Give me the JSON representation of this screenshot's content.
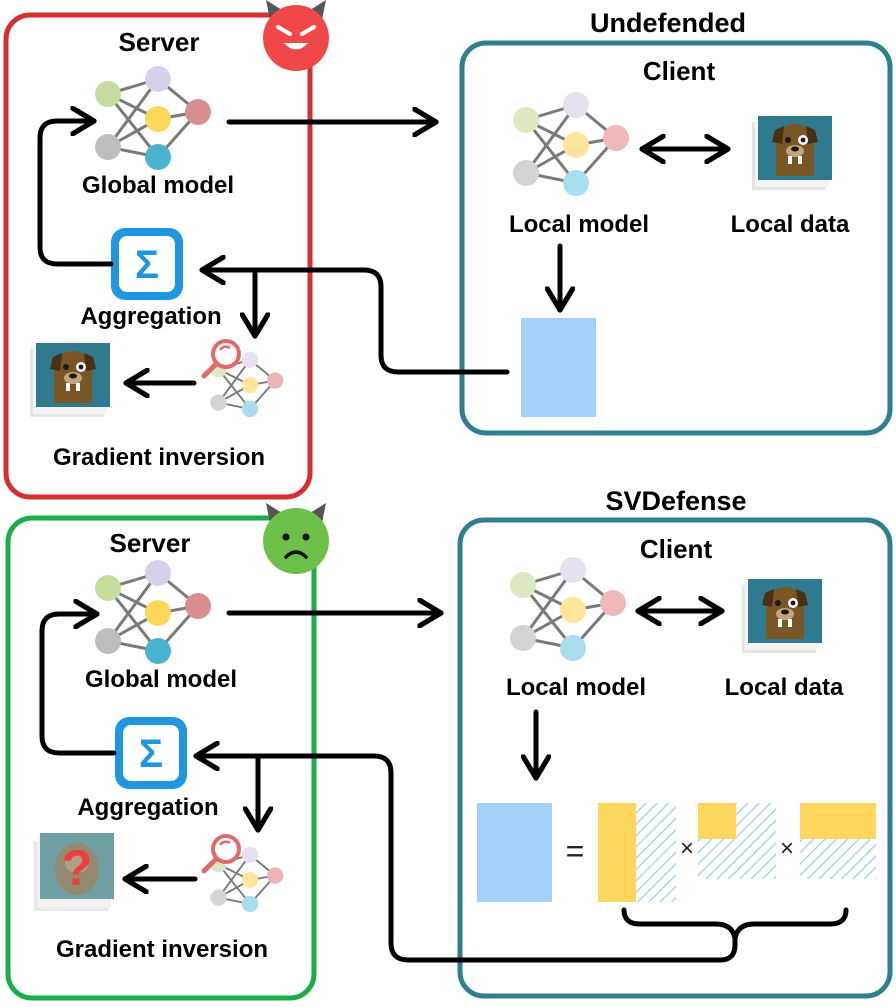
{
  "top_section": {
    "title": "Undefended",
    "server": {
      "title": "Server",
      "global_model_label": "Global model",
      "aggregation_label": "Aggregation",
      "gradient_inversion_label": "Gradient inversion",
      "mood_icon": "angry-devil-face-icon",
      "reconstruction_icon": "reconstructed-dog-image-icon"
    },
    "client": {
      "title": "Client",
      "local_model_label": "Local model",
      "local_data_label": "Local data"
    }
  },
  "bottom_section": {
    "title": "SVDefense",
    "server": {
      "title": "Server",
      "global_model_label": "Global model",
      "aggregation_label": "Aggregation",
      "gradient_inversion_label": "Gradient inversion",
      "mood_icon": "sad-devil-face-icon",
      "reconstruction_icon": "blurred-image-question-mark-icon"
    },
    "client": {
      "title": "Client",
      "local_model_label": "Local model",
      "local_data_label": "Local data",
      "equals_symbol": "=",
      "times_symbol_1": "×",
      "times_symbol_2": "×"
    }
  },
  "symbols": {
    "sigma": "Σ",
    "question": "?"
  },
  "colors": {
    "server_border_attacker": "#d62f2f",
    "server_border_defended": "#1aad4a",
    "client_border": "#2e7f8f",
    "gradient_fill": "#a3d0fb",
    "factor_fill": "#ffd75e",
    "hatch_stroke": "#9ccbe6",
    "sigma_blue": "#1e97e0",
    "devil_red": "#f04848",
    "devil_green": "#6cc04a"
  }
}
